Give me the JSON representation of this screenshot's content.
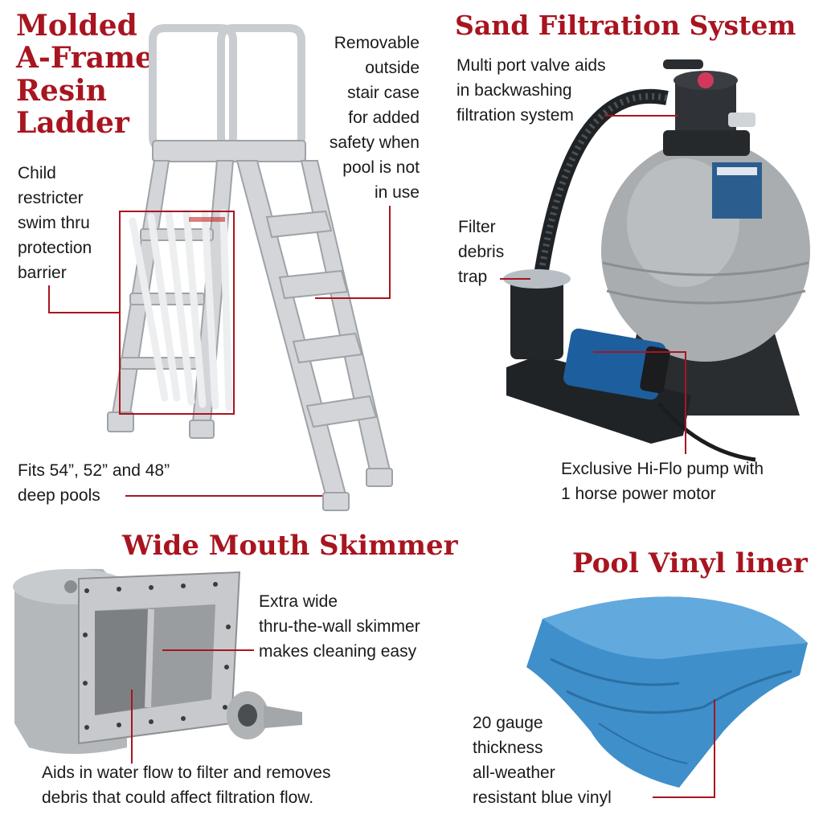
{
  "ladder": {
    "title_lines": [
      "Molded",
      "A-Frame",
      "Resin",
      "Ladder"
    ],
    "removable_note": [
      "Removable",
      "outside",
      "stair case",
      "for added",
      "safety when",
      "pool is not",
      "in use"
    ],
    "child_note": [
      "Child",
      "restricter",
      "swim thru",
      "protection",
      "barrier"
    ],
    "fits_note": [
      "Fits 54”, 52” and 48”",
      "deep pools"
    ]
  },
  "filter": {
    "title": "Sand Filtration System",
    "valve_note": [
      "Multi port valve aids",
      "in backwashing",
      "filtration system"
    ],
    "trap_note": [
      "Filter",
      "debris",
      "trap"
    ],
    "pump_note": [
      "Exclusive Hi-Flo pump with",
      "1 horse power motor"
    ]
  },
  "skimmer": {
    "title": "Wide Mouth Skimmer",
    "wide_note": [
      "Extra wide",
      "thru-the-wall skimmer",
      "makes cleaning easy"
    ],
    "flow_note": [
      "Aids in water flow to filter and removes",
      "debris that could affect filtration flow."
    ]
  },
  "liner": {
    "title": "Pool Vinyl liner",
    "gauge_note": [
      "20 gauge",
      "thickness",
      "all-weather",
      "resistant blue vinyl"
    ]
  },
  "colors": {
    "accent": "#a81520",
    "text": "#1a1a1a",
    "ladder_gray": "#d3d5d8",
    "tank_gray": "#a9adb0",
    "pump_blue": "#1d5f9e",
    "liner_blue": "#3f8fcb"
  }
}
